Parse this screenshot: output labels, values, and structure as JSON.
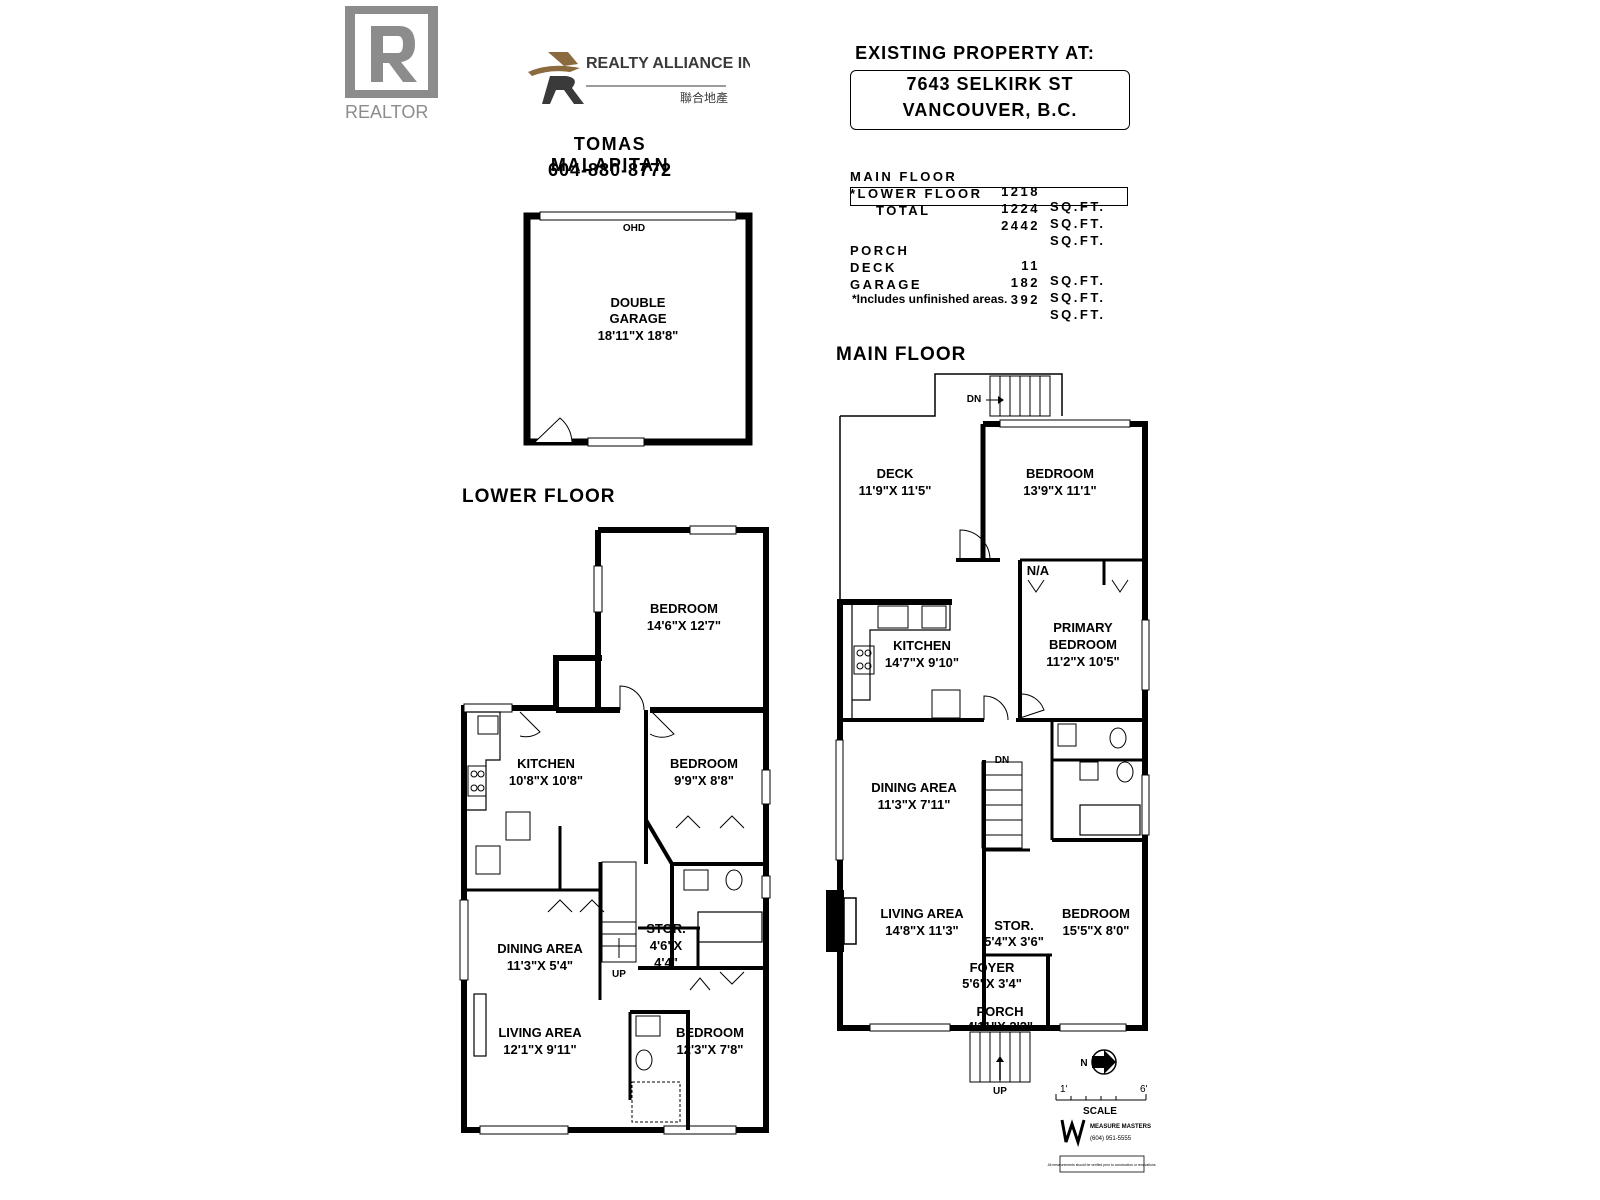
{
  "header": {
    "realtor_mark": "REALTOR",
    "company_name": "REALTY ALLIANCE INC.",
    "company_chinese": "聯合地產",
    "agent_name": "TOMAS MALAPITAN",
    "agent_phone": "604-880-8772"
  },
  "property": {
    "header": "EXISTING PROPERTY AT:",
    "address_line1": "7643 SELKIRK ST",
    "address_line2": "VANCOUVER, B.C."
  },
  "areas": [
    {
      "label": "MAIN FLOOR",
      "value": "1218",
      "unit": "SQ.FT."
    },
    {
      "label": "*LOWER FLOOR",
      "value": "1224",
      "unit": "SQ.FT."
    },
    {
      "label": "TOTAL",
      "value": "2442",
      "unit": "SQ.FT."
    },
    {
      "label": "PORCH",
      "value": "11",
      "unit": "SQ.FT."
    },
    {
      "label": "DECK",
      "value": "182",
      "unit": "SQ.FT."
    },
    {
      "label": "GARAGE",
      "value": "392",
      "unit": "SQ.FT."
    }
  ],
  "note": "*Includes unfinished areas.",
  "garage": {
    "ohd": "OHD",
    "name1": "DOUBLE",
    "name2": "GARAGE",
    "dims": "18'11\"X 18'8\""
  },
  "main_floor": {
    "title": "MAIN FLOOR",
    "rooms": [
      {
        "name": "DECK",
        "dims": "11'9\"X 11'5\""
      },
      {
        "name": "BEDROOM",
        "dims": "13'9\"X 11'1\""
      },
      {
        "name": "KITCHEN",
        "dims": "14'7\"X 9'10\""
      },
      {
        "name": "PRIMARY",
        "name2": "BEDROOM",
        "dims": "11'2\"X 10'5\""
      },
      {
        "name": "DINING AREA",
        "dims": "11'3\"X 7'11\""
      },
      {
        "name": "LIVING AREA",
        "dims": "14'8\"X 11'3\""
      },
      {
        "name": "STOR.",
        "dims": "5'4\"X 3'6\""
      },
      {
        "name": "BEDROOM",
        "dims": "15'5\"X 8'0\""
      },
      {
        "name": "FOYER",
        "dims": "5'6\"X 3'4\""
      },
      {
        "name": "PORCH",
        "dims": "4'11\"X 2'2\""
      }
    ],
    "na": "N/A",
    "dn1": "DN",
    "dn2": "DN",
    "up": "UP"
  },
  "lower_floor": {
    "title": "LOWER FLOOR",
    "rooms": [
      {
        "name": "BEDROOM",
        "dims": "14'6\"X 12'7\""
      },
      {
        "name": "KITCHEN",
        "dims": "10'8\"X 10'8\""
      },
      {
        "name": "BEDROOM",
        "dims": "9'9\"X 8'8\""
      },
      {
        "name": "DINING AREA",
        "dims": "11'3\"X 5'4\""
      },
      {
        "name": "STOR.",
        "dims": "4'6\"X",
        "dims2": "4'4\""
      },
      {
        "name": "LIVING AREA",
        "dims": "12'1\"X 9'11\""
      },
      {
        "name": "BEDROOM",
        "dims": "12'3\"X 7'8\""
      }
    ],
    "up": "UP"
  },
  "scale": {
    "label": "SCALE",
    "min": "1'",
    "max": "6'"
  },
  "north": "N",
  "measure_masters": {
    "name": "MEASURE MASTERS",
    "phone": "(604) 951-5555",
    "disclaimer": "All measurements should be verified prior to construction or renovations."
  },
  "colors": {
    "wall": "#000000",
    "logo_gray": "#8c8c8c",
    "logo_brown": "#8b6a3e",
    "logo_dark": "#3a3a3a"
  }
}
